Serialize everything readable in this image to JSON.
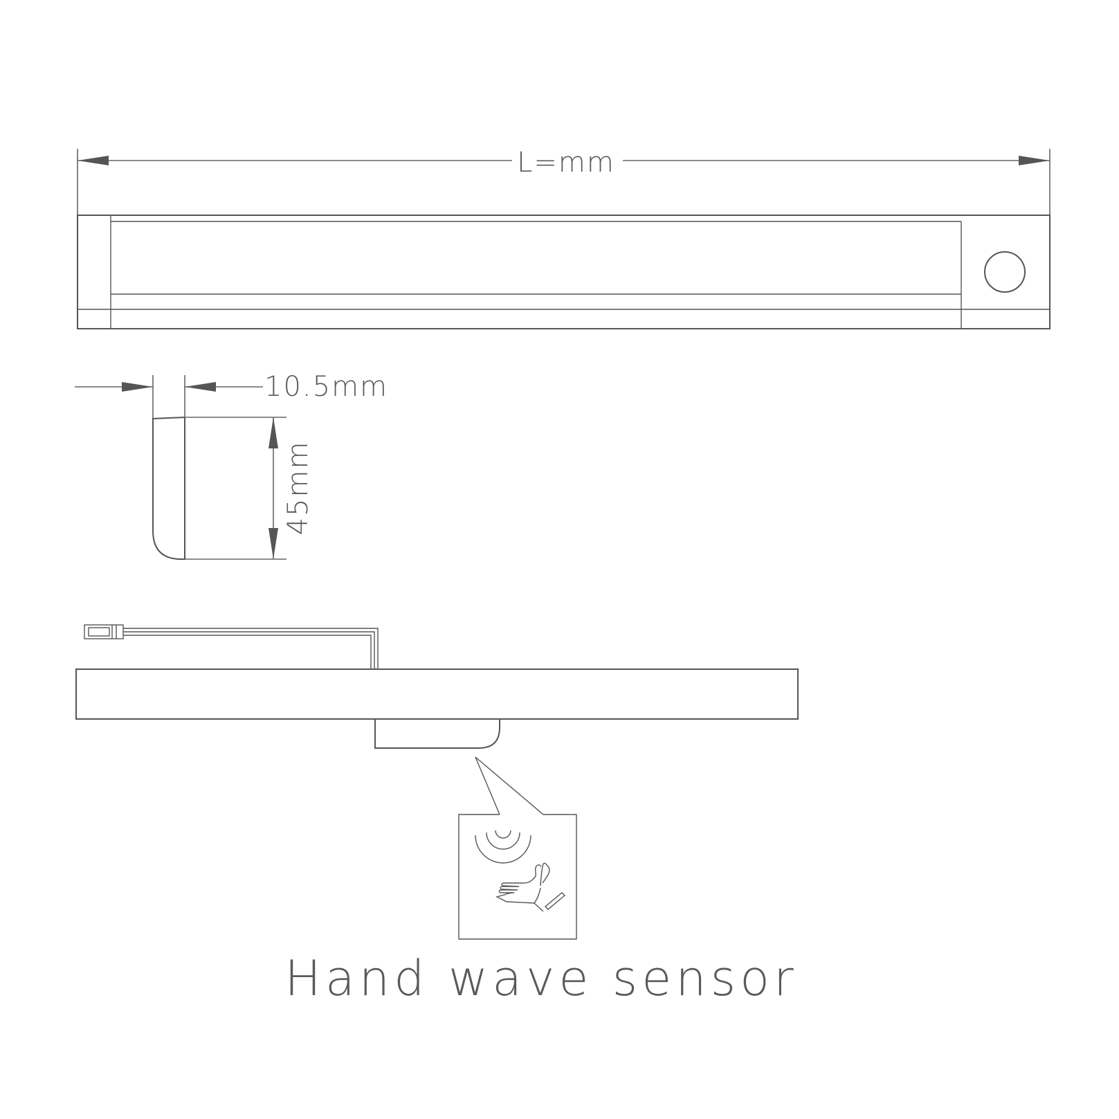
{
  "dimensions": {
    "length_label": "L=mm",
    "width_label": "10.5mm",
    "height_label": "45mm"
  },
  "caption": "Hand wave sensor",
  "colors": {
    "line": "#555555",
    "text": "#5a5a5a",
    "background": "#ffffff"
  },
  "icons": {
    "sensor": "motion-waves-icon",
    "hand": "waving-hand-icon"
  }
}
